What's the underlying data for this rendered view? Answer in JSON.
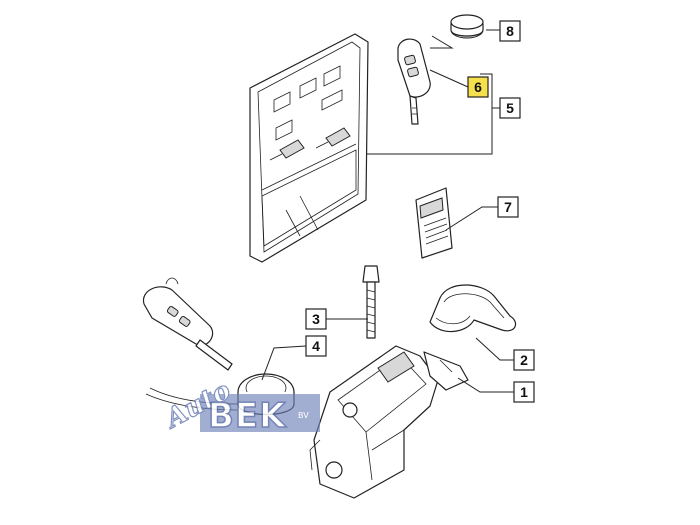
{
  "callouts": [
    {
      "id": "1",
      "label": "1",
      "highlight": false
    },
    {
      "id": "2",
      "label": "2",
      "highlight": false
    },
    {
      "id": "3",
      "label": "3",
      "highlight": false
    },
    {
      "id": "4",
      "label": "4",
      "highlight": false
    },
    {
      "id": "5",
      "label": "5",
      "highlight": false
    },
    {
      "id": "6",
      "label": "6",
      "highlight": true
    },
    {
      "id": "7",
      "label": "7",
      "highlight": false
    },
    {
      "id": "8",
      "label": "8",
      "highlight": false
    }
  ],
  "watermark": {
    "auto": "Auto",
    "bek": "BEK",
    "bv": "BV"
  },
  "colors": {
    "highlight": "#f6e04b",
    "watermark_blue": "#5a6ea8",
    "line": "#222222"
  },
  "icons": [
    "key-fob-icon",
    "code-card-icon",
    "battery-icon",
    "ignition-lock-icon"
  ]
}
